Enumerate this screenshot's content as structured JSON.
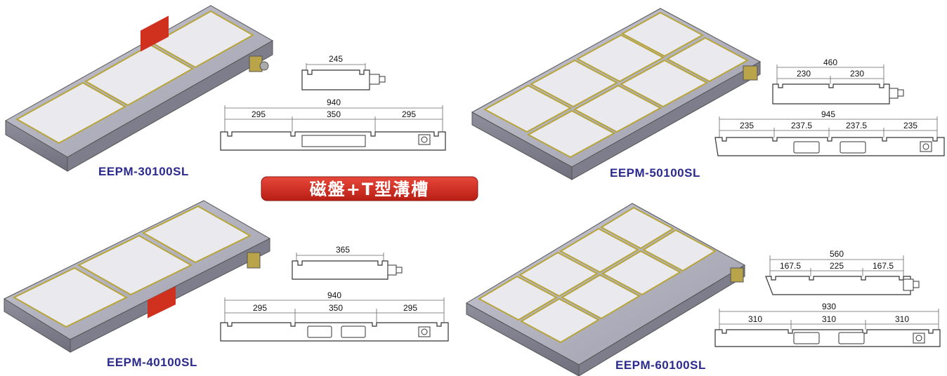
{
  "banner": {
    "label": "磁盤+T型溝槽",
    "color": "#d62a1e"
  },
  "colors": {
    "model_text": "#2b2a8f",
    "chuck_body": "#a9a9b6",
    "pole_yellow": "#e8d95a",
    "label_red": "#d0301e"
  },
  "products": [
    {
      "model": "EEPM-30100SL",
      "side_dims": [
        "245"
      ],
      "front_total": "940",
      "front_dims": [
        "295",
        "350",
        "295"
      ]
    },
    {
      "model": "EEPM-50100SL",
      "side_total": "460",
      "side_dims": [
        "230",
        "230"
      ],
      "front_total": "945",
      "front_dims": [
        "235",
        "237.5",
        "237.5",
        "235"
      ]
    },
    {
      "model": "EEPM-40100SL",
      "side_dims": [
        "365"
      ],
      "front_total": "940",
      "front_dims": [
        "295",
        "350",
        "295"
      ]
    },
    {
      "model": "EEPM-60100SL",
      "side_total": "560",
      "side_dims": [
        "167.5",
        "225",
        "167.5"
      ],
      "front_total": "930",
      "front_dims": [
        "310",
        "310",
        "310"
      ]
    }
  ]
}
